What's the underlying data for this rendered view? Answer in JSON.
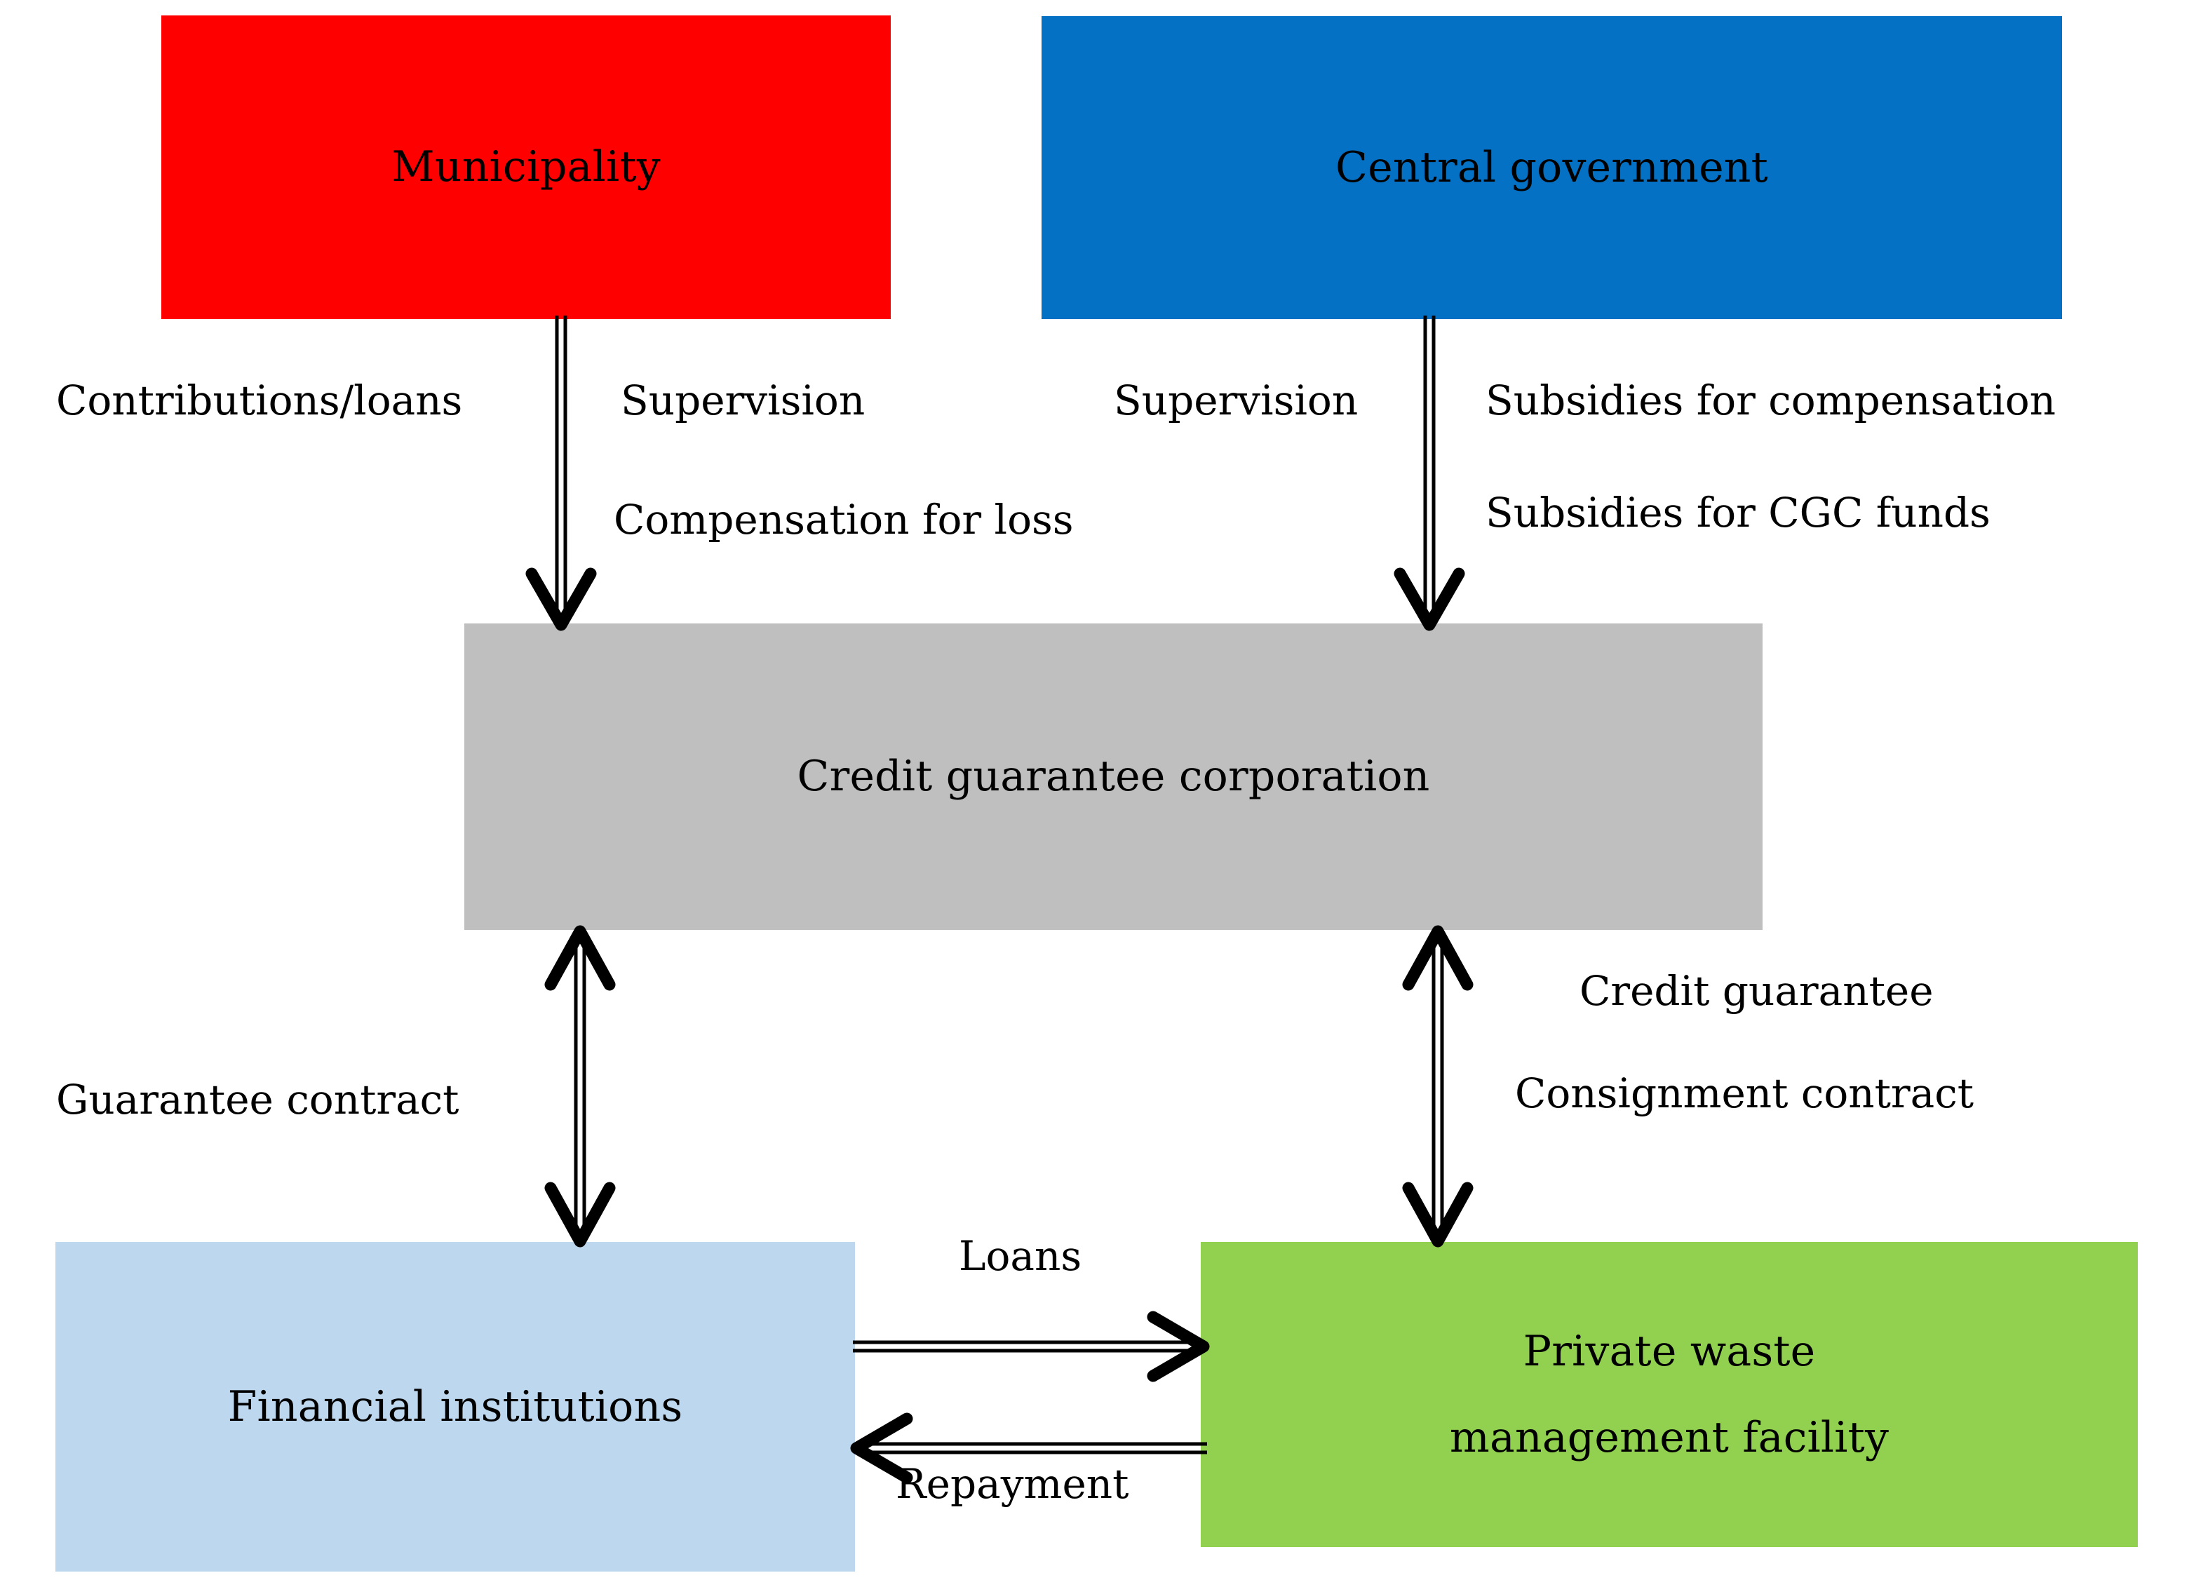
{
  "diagram": {
    "title": "Credit guarantee corporation scheme for private waste management facility financing",
    "colors": {
      "municipality": "#fe0000",
      "central_government": "#0471c4",
      "credit_guarantee_corporation": "#bfbfbf",
      "financial_institutions": "#bdd7ee",
      "private_waste_management_facility": "#92d14f",
      "arrow": "#000000",
      "background": "#ffffff",
      "text": "#000000"
    },
    "nodes": {
      "municipality": {
        "label": "Municipality"
      },
      "central_government": {
        "label": "Central government"
      },
      "credit_guarantee_corporation": {
        "label": "Credit guarantee corporation"
      },
      "financial_institutions": {
        "label": "Financial institutions"
      },
      "private_waste_facility": {
        "line1": "Private waste",
        "line2": "management facility"
      }
    },
    "edge_labels": {
      "contributions_loans": "Contributions/loans",
      "supervision_left": "Supervision",
      "compensation_for_loss": "Compensation for loss",
      "supervision_right": "Supervision",
      "subsidies_for_compensation": "Subsidies for compensation",
      "subsidies_for_cgc_funds": "Subsidies for CGC funds",
      "guarantee_contract": "Guarantee contract",
      "credit_guarantee": "Credit guarantee",
      "consignment_contract": "Consignment contract",
      "loans": "Loans",
      "repayment": "Repayment"
    },
    "edges": [
      {
        "from": "municipality",
        "to": "credit_guarantee_corporation",
        "direction": "down",
        "labels": [
          "Contributions/loans",
          "Supervision",
          "Compensation for loss"
        ]
      },
      {
        "from": "central_government",
        "to": "credit_guarantee_corporation",
        "direction": "down",
        "labels": [
          "Supervision",
          "Subsidies for compensation",
          "Subsidies for CGC funds"
        ]
      },
      {
        "from": "credit_guarantee_corporation",
        "to": "financial_institutions",
        "direction": "bidirectional",
        "labels": [
          "Guarantee contract"
        ]
      },
      {
        "from": "credit_guarantee_corporation",
        "to": "private_waste_facility",
        "direction": "bidirectional",
        "labels": [
          "Credit guarantee",
          "Consignment contract"
        ]
      },
      {
        "from": "financial_institutions",
        "to": "private_waste_facility",
        "direction": "right",
        "labels": [
          "Loans"
        ]
      },
      {
        "from": "private_waste_facility",
        "to": "financial_institutions",
        "direction": "left",
        "labels": [
          "Repayment"
        ]
      }
    ]
  }
}
